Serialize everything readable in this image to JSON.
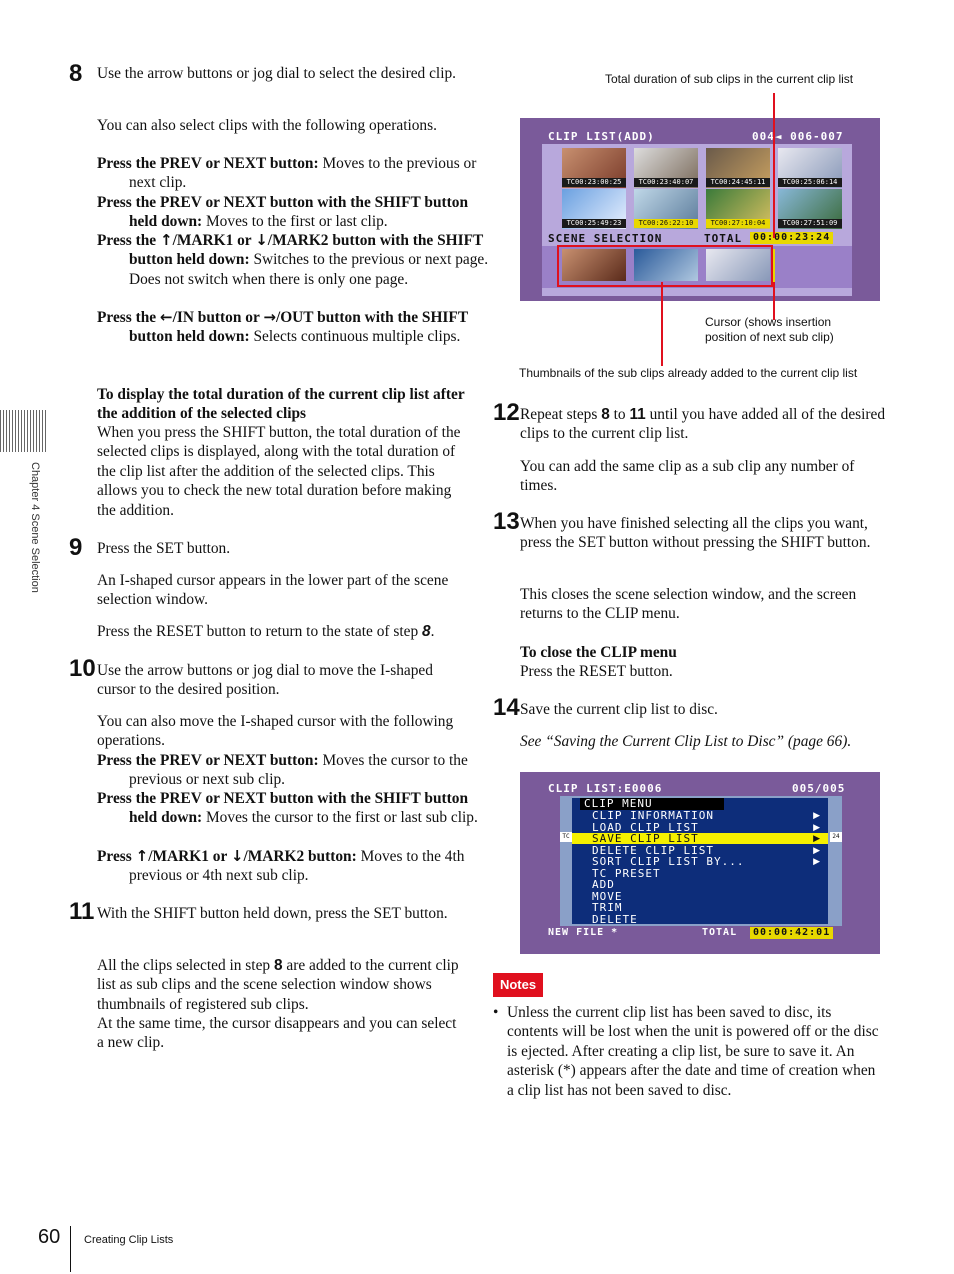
{
  "step8": {
    "num": "8",
    "text": "Use the arrow buttons or jog dial to select the desired clip.",
    "intro": "You can also select clips with the following operations.",
    "op1_b": "Press the PREV or NEXT button:",
    "op1_t": " Moves to the previous or next clip.",
    "op2_b": "Press the PREV or NEXT button with the SHIFT button held down:",
    "op2_t": " Moves to the first or last clip.",
    "op3_b1": "Press the ",
    "op3_b2": "/MARK1 or ",
    "op3_b3": "/MARK2 button with the SHIFT button held down:",
    "op3_t": " Switches to the previous or next page. Does not switch when there is only one page.",
    "op4_b1": "Press the ",
    "op4_b2": "/IN button or ",
    "op4_b3": "/OUT button with the SHIFT button held down:",
    "op4_t": " Selects continuous multiple clips."
  },
  "total_heading": "To display the total duration of the current clip list after the addition of the selected clips",
  "total_text": "When you press the SHIFT button, the total duration of the selected clips is displayed, along with the total duration of the clip list after the addition of the selected clips. This allows you to check the new total duration before making the addition.",
  "step9": {
    "num": "9",
    "text": "Press the SET button.",
    "p1": "An I-shaped cursor appears in the lower part of the scene selection window.",
    "p2a": "Press the RESET button to return to the state of step ",
    "p2b": "8",
    "p2c": "."
  },
  "step10": {
    "num": "10",
    "text": "Use the arrow buttons or jog dial to move the I-shaped cursor to the desired position.",
    "intro": "You can also move the I-shaped cursor with the following operations.",
    "op1_b": "Press the PREV or NEXT button:",
    "op1_t": " Moves the cursor to the previous or next sub clip.",
    "op2_b": "Press the PREV or NEXT button with the SHIFT button held down:",
    "op2_t": " Moves the cursor to the first or last sub clip.",
    "op3_b1": "Press ",
    "op3_b2": "/MARK1 or ",
    "op3_b3": "/MARK2 button:",
    "op3_t": " Moves to the 4th previous or 4th next sub clip."
  },
  "step11": {
    "num": "11",
    "text": "With the SHIFT button held down, press the SET button.",
    "p1a": "All the clips selected in step ",
    "p1b": "8",
    "p1c": " are added to the current clip list as sub clips and the scene selection window shows thumbnails of registered sub clips.",
    "p2": "At the same time, the cursor disappears and you can select a new clip."
  },
  "fig1": {
    "cap_top": "Total duration of sub clips in the current clip list",
    "cap_cursor": "Cursor (shows insertion position of next sub clip)",
    "cap_bottom": "Thumbnails of the sub clips already added to the current clip list",
    "title": "CLIP LIST(ADD)",
    "counter": "004◄ 006-007",
    "row1_tc": [
      "TC00:23:00:25",
      "TC00:23:40:07",
      "TC00:24:45:11",
      "TC00:25:06:14"
    ],
    "row2_tc": [
      "TC00:25:49:23",
      "TC00:26:22:10",
      "TC00:27:10:04",
      "TC00:27:51:09"
    ],
    "scene_label": "SCENE SELECTION",
    "total_label": "TOTAL",
    "total_value": "00:00:23:24"
  },
  "step12": {
    "num": "12",
    "t1": "Repeat steps ",
    "t2": "8",
    "t3": " to ",
    "t4": "11",
    "t5": " until you have added all of the desired clips to the current clip list.",
    "p1": "You can add the same clip as a sub clip any number of times."
  },
  "step13": {
    "num": "13",
    "text": "When you have finished selecting all the clips you want, press the SET button without pressing the SHIFT button.",
    "p1": "This closes the scene selection window, and the screen returns to the CLIP menu.",
    "close_heading": "To close the CLIP menu",
    "close_text": "Press the RESET button."
  },
  "step14": {
    "num": "14",
    "text": "Save the current clip list to disc.",
    "see": "See “Saving the Current Clip List to Disc” (page 66)."
  },
  "fig2": {
    "title": "CLIP LIST:E0006",
    "counter": "005/005",
    "menu_title": "CLIP MENU",
    "items": [
      "CLIP INFORMATION",
      "LOAD CLIP LIST",
      "SAVE CLIP LIST",
      "DELETE CLIP LIST",
      "SORT CLIP LIST BY...",
      "TC PRESET",
      "ADD",
      "MOVE",
      "TRIM",
      "DELETE"
    ],
    "highlight_index": 2,
    "newfile": "NEW FILE *",
    "total_label": "TOTAL",
    "total_value": "00:00:42:01",
    "side_tc": "TC",
    "side_24": "24"
  },
  "notes_label": "Notes",
  "note1": "Unless the current clip list has been saved to disc, its contents will be lost when the unit is powered off or the disc is ejected. After creating a clip list, be sure to save it. An asterisk (*) appears after the date and time of creation when a clip list has not been saved to disc.",
  "sidebar_text": "Chapter 4  Scene Selection",
  "page_number": "60",
  "footer_text": "Creating Clip Lists",
  "colors": {
    "accent_red": "#e0101e",
    "screen_purple": "#7a5a9a",
    "menu_blue": "#0d2d7a",
    "highlight_yellow": "#f5f000"
  }
}
